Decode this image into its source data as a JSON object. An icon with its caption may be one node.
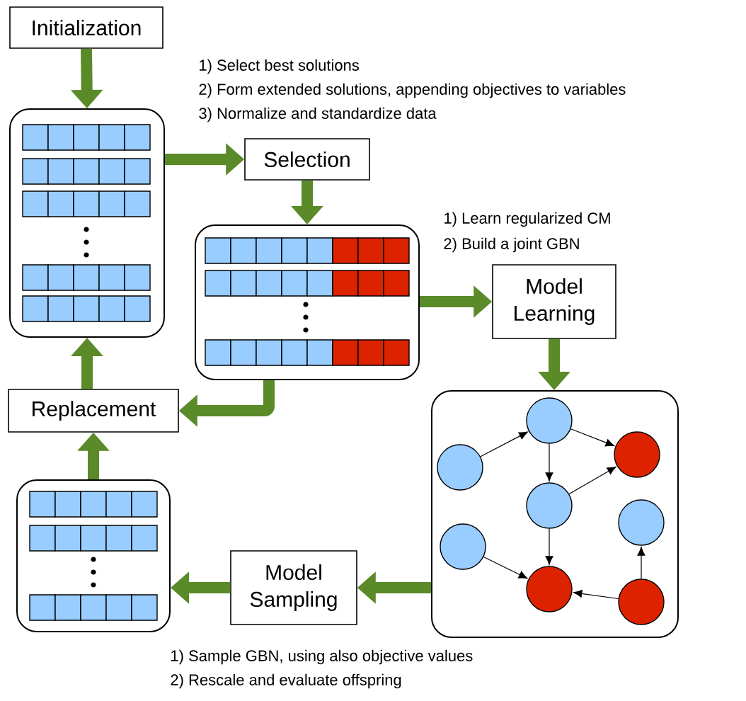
{
  "diagram": {
    "nodes": [
      {
        "text": [
          "Initialization"
        ]
      },
      {
        "text": [],
        "shape": "box"
      },
      {
        "text": [
          "Selection"
        ]
      },
      {
        "text": [],
        "shape": "box"
      },
      {
        "text": [
          "Model Learning"
        ]
      },
      {
        "text": [],
        "shape": "box"
      },
      {
        "text": [
          "Replacement"
        ]
      },
      {
        "text": [],
        "shape": "box"
      },
      {
        "text": [
          "Model Sampling"
        ]
      },
      {
        "text": [],
        "shape": "circle",
        "in": 5
      },
      {
        "text": [],
        "shape": "circle",
        "in": 5
      },
      {
        "text": [],
        "shape": "circle",
        "in": 5
      },
      {
        "text": [],
        "shape": "circle",
        "in": 5
      },
      {
        "text": [],
        "shape": "circle",
        "in": 5
      },
      {
        "text": [],
        "shape": "circle",
        "in": 5
      },
      {
        "text": [],
        "shape": "circle",
        "in": 5
      },
      {
        "text": [],
        "shape": "circle",
        "in": 5
      }
    ],
    "edges": [
      {
        "from": 0,
        "to": 1,
        "arrow": "to"
      },
      {
        "from": 1,
        "to": 2,
        "arrow": "to"
      },
      {
        "from": 2,
        "to": 3,
        "arrow": "to"
      },
      {
        "from": 3,
        "to": 4,
        "arrow": "to"
      },
      {
        "from": 4,
        "to": 5,
        "arrow": "to"
      },
      {
        "from": 5,
        "to": 8,
        "arrow": "to"
      },
      {
        "from": 8,
        "to": 7,
        "arrow": "to"
      },
      {
        "from": 7,
        "to": 6,
        "arrow": "to"
      },
      {
        "from": 6,
        "to": 1,
        "arrow": "to"
      },
      {
        "from": 3,
        "to": 6,
        "arrow": "to"
      },
      {
        "from": 9,
        "to": 11,
        "arrow": "to",
        "color": "#000000"
      },
      {
        "from": 11,
        "to": 14,
        "arrow": "to",
        "color": "#000000"
      },
      {
        "from": 11,
        "to": 12,
        "arrow": "to",
        "color": "#000000"
      },
      {
        "from": 12,
        "to": 14,
        "arrow": "to",
        "color": "#000000"
      },
      {
        "from": 12,
        "to": 13,
        "arrow": "to",
        "color": "#000000"
      },
      {
        "from": 10,
        "to": 13,
        "arrow": "to",
        "color": "#000000"
      },
      {
        "from": 16,
        "to": 13,
        "arrow": "to",
        "color": "#000000"
      },
      {
        "from": 16,
        "to": 15,
        "arrow": "to",
        "color": "#000000"
      }
    ],
    "labels": [
      "1) Select best solutions",
      "2) Form extended solutions, appending objectives to variables",
      "3) Normalize and standardize data",
      "1) Learn regularized CM",
      "2) Build a joint GBN",
      "1) Sample GBN, using also objective values",
      "2) Rescale and evaluate offspring"
    ]
  }
}
